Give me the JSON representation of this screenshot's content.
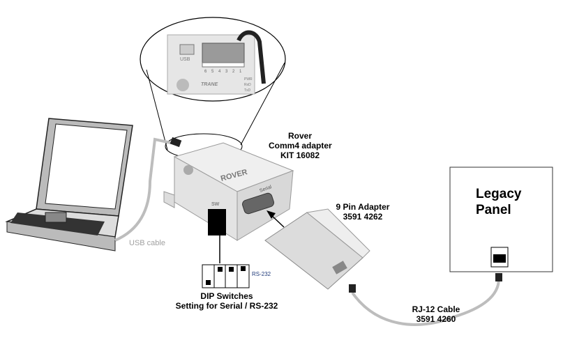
{
  "rover": {
    "line1": "Rover",
    "line2": "Comm4 adapter",
    "line3": "KIT 16082"
  },
  "zoom_detail": {
    "usb": "USB",
    "pins": [
      "6",
      "5",
      "4",
      "3",
      "2",
      "1"
    ],
    "leds": [
      "PWR",
      "RxD",
      "TxD"
    ],
    "brand": "TRANE"
  },
  "adapter_ports": {
    "sw": "SW",
    "serial": "Serial",
    "logo": "ROVER"
  },
  "usb_cable": "USB cable",
  "nine_pin": {
    "line1": "9 Pin Adapter",
    "line2": "3591 4262"
  },
  "dip": {
    "rs232": "RS-232",
    "line1": "DIP Switches",
    "line2": "Setting for Serial / RS-232"
  },
  "panel": {
    "line1": "Legacy",
    "line2": "Panel"
  },
  "rj12": {
    "line1": "RJ-12 Cable",
    "line2": "3591 4260"
  },
  "colors": {
    "cable": "#bdbdbd",
    "rs232_text": "#1f3a7a",
    "usb_text": "#a0a0a0"
  }
}
